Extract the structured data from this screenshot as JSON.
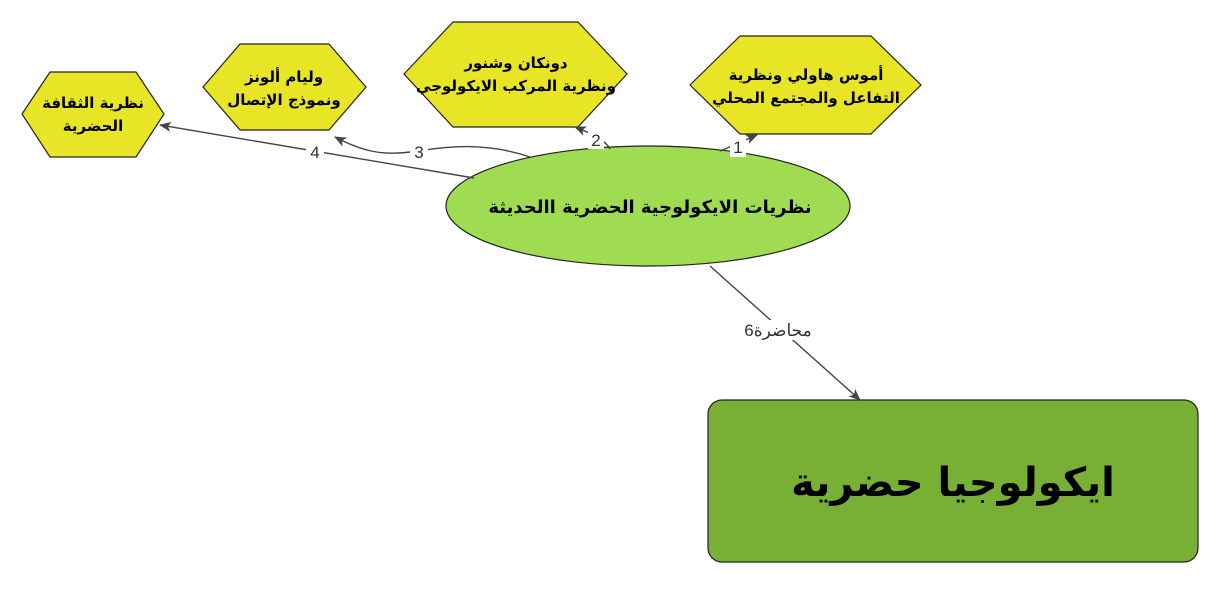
{
  "colors": {
    "hexagon_fill": "#e8e526",
    "ellipse_fill": "#a0dc52",
    "box_fill": "#77b034",
    "edge": "#444444"
  },
  "nodes": {
    "culture": {
      "lines": [
        "نظرية الثقافة",
        "الحضرية"
      ]
    },
    "wirth": {
      "lines": [
        "وليام ألونز",
        "ونموذج الإتصال"
      ]
    },
    "duncan": {
      "lines": [
        "دونكان وشنور",
        "ونظرية المركب الايكولوجي"
      ]
    },
    "hawley": {
      "lines": [
        "أموس هاولي ونظرية",
        "التفاعل والمجتمع المحلي"
      ]
    },
    "center": {
      "label": "نظريات الايكولوجية الحضرية االحديثة"
    },
    "root": {
      "label": "ايكولوجيا حضرية"
    }
  },
  "edges": {
    "e1": "1",
    "e2": "2",
    "e3": "3",
    "e4": "4",
    "e6": "محاضرة6"
  }
}
